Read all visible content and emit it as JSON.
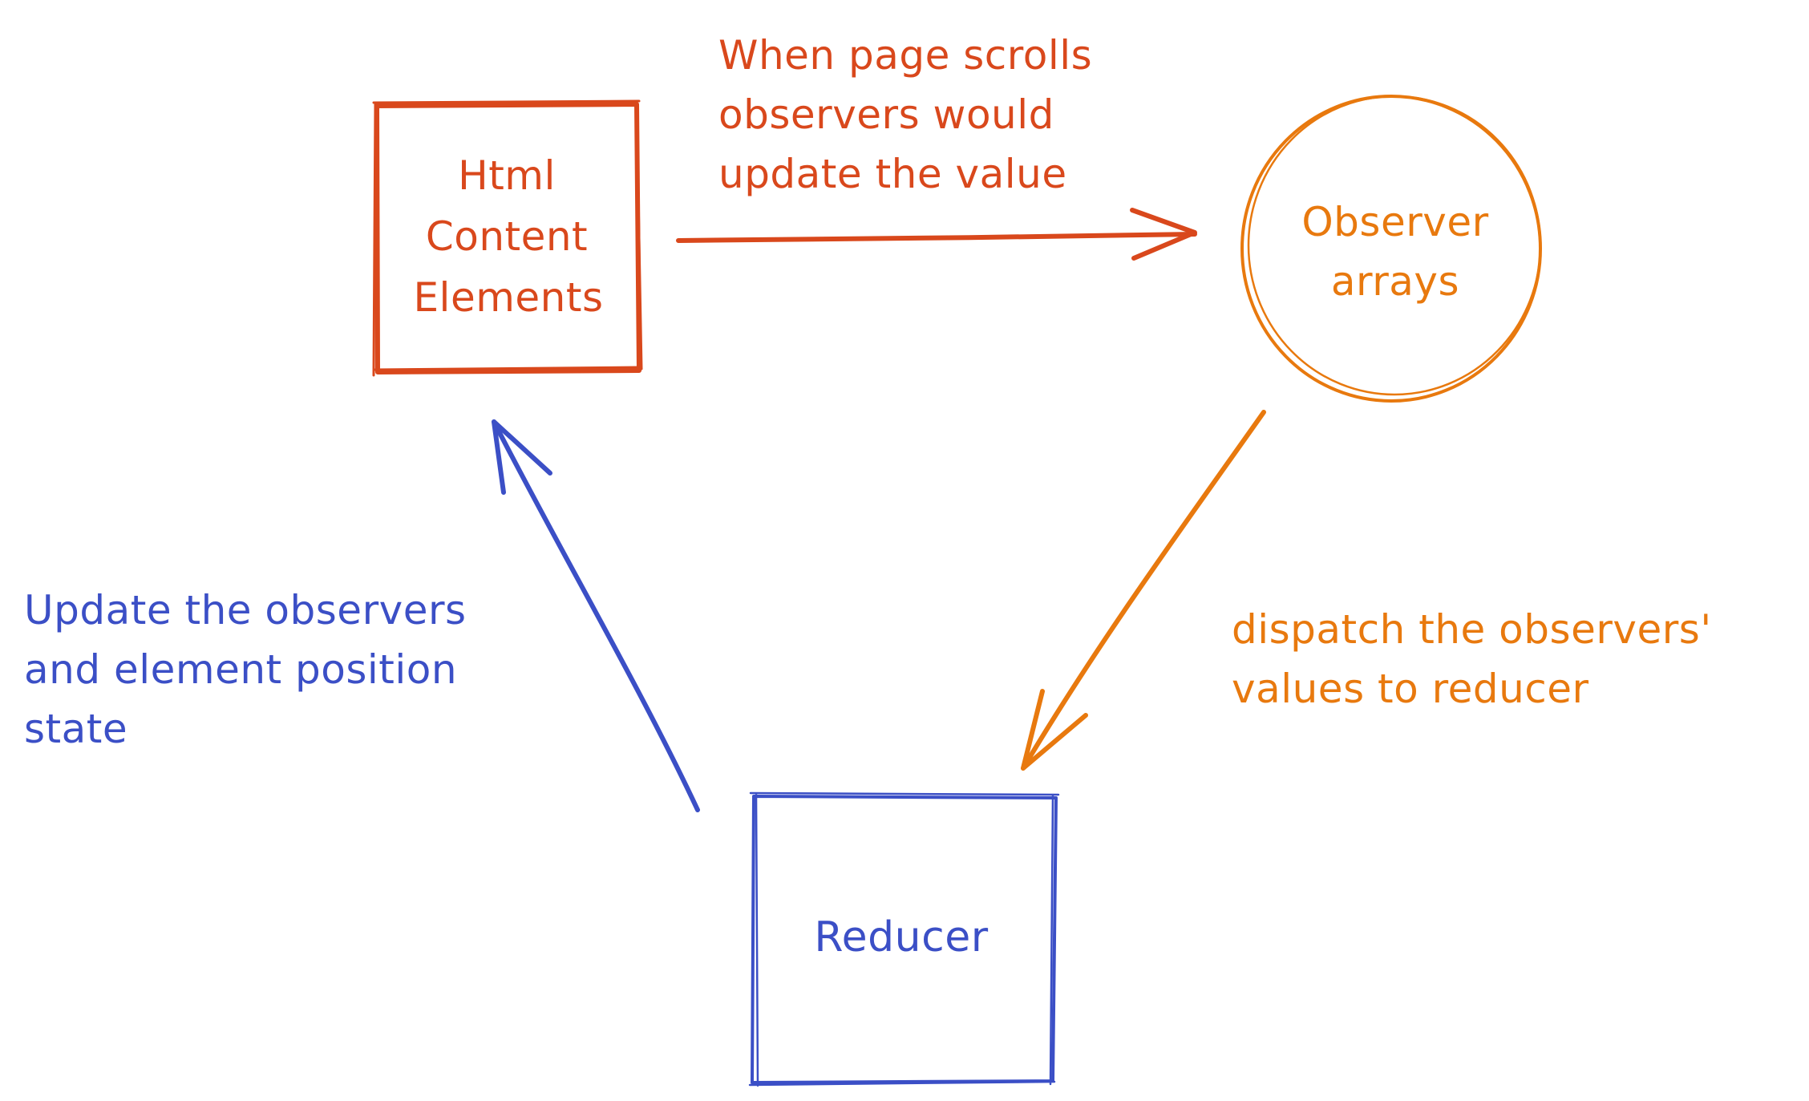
{
  "colors": {
    "red": "#d9481c",
    "orange": "#e8790e",
    "blue": "#3b4fc6",
    "background": "#ffffff"
  },
  "nodes": {
    "html_content": {
      "shape": "rectangle",
      "lines": [
        "Html",
        "Content",
        "Elements"
      ]
    },
    "observer_arrays": {
      "shape": "circle",
      "lines": [
        "Observer",
        "arrays"
      ]
    },
    "reducer": {
      "shape": "rectangle",
      "lines": [
        "Reducer"
      ]
    }
  },
  "edges": {
    "scroll_update": {
      "from": "html_content",
      "to": "observer_arrays",
      "label_lines": [
        "When page scrolls",
        "observers would",
        "update the value"
      ]
    },
    "dispatch": {
      "from": "observer_arrays",
      "to": "reducer",
      "label_lines": [
        "dispatch the observers'",
        "values to reducer"
      ]
    },
    "update_state": {
      "from": "reducer",
      "to": "html_content",
      "label_lines": [
        "Update the observers",
        "and element position",
        "state"
      ]
    }
  }
}
